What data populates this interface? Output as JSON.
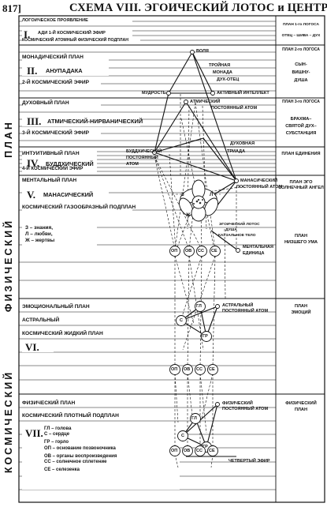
{
  "header": {
    "page_number": "817]",
    "title": "СХЕМА VIII. ЭГОИЧЕСКИЙ ЛОТОС и ЦЕНТРЫ"
  },
  "side": {
    "upper": "ПЛАН",
    "middle": "ФИЗИЧЕСКИЙ",
    "lower": "КОСМИЧЕСКИЙ"
  },
  "planes": {
    "p1": {
      "line1": "ЛОГОИЧЕСКОЕ ПРОЯВЛЕНИЕ",
      "roman": "I.",
      "name": "АДИ  1-Й КОСМИЧЕСКИЙ ЭФИР",
      "line3": "КОСМИЧЕСКИЙ АТОМНЫЙ ФИЗИЧЕСКИЙ ПОДПЛАН",
      "right1": "ПЛАН 1-го ЛОГОСА",
      "right2": "ОТЕЦ – ШИВА – ДУХ"
    },
    "p2": {
      "line1": "МОНАДИЧЕСКИЙ ПЛАН",
      "roman": "II.",
      "name": "АНУПАДАКА",
      "line3": "2-Й КОСМИЧЕСКИЙ ЭФИР",
      "right": [
        "ПЛАН 2-го ЛОГОСА",
        "СЫН-",
        "ВИШНУ-",
        "ДУША"
      ]
    },
    "p3": {
      "line1": "ДУХОВНЫЙ ПЛАН",
      "roman": "III.",
      "name": "АТМИЧЕСКИЙ-НИРВАНИЧЕСКИЙ",
      "line3": "3-Й КОСМИЧЕСКИЙ ЭФИР",
      "right": [
        "ПЛАН 3-го ЛОГОСА",
        "БРАХМА–",
        "СВЯТОЙ ДУХ–",
        "СУБСТАНЦИЯ"
      ]
    },
    "p4": {
      "line1": "ИНТУИТИВНЫЙ ПЛАН",
      "roman": "IV.",
      "name": "БУДДХИЧЕСКИЙ",
      "line3": "4-Й КОСМИЧЕСКИЙ ЭФИР",
      "right": [
        "ПЛАН ЕДИНЕНИЯ"
      ]
    },
    "p5": {
      "line1": "МЕНТАЛЬНЫЙ ПЛАН",
      "roman": "V.",
      "name": "МАНАСИЧЕСКИЙ",
      "line3": "КОСМИЧЕСКИЙ ГАЗООБРАЗНЫЙ ПОДПЛАН",
      "right": [
        "ПЛАН ЭГО",
        "СОЛНЕЧНЫЙ АНГЕЛ",
        "",
        "",
        "ПЛАН",
        "НИЗШЕГО УМА"
      ],
      "legend": [
        "З – знания,",
        "Л – любви,",
        "Ж – жертвы"
      ]
    },
    "p6": {
      "line1": "ЭМОЦИОНАЛЬНЫЙ ПЛАН",
      "line2": "АСТРАЛЬНЫЙ",
      "line3": "КОСМИЧЕСКИЙ ЖИДКИЙ ПЛАН",
      "roman": "VI.",
      "right": [
        "ПЛАН",
        "ЭМОЦИЙ"
      ]
    },
    "p7": {
      "line1": "ФИЗИЧЕСКИЙ ПЛАН",
      "line2": "КОСМИЧЕСКИЙ ПЛОТНЫЙ ПОДПЛАН",
      "roman": "VII.",
      "right": [
        "ФИЗИЧЕСКИЙ",
        "ПЛАН"
      ],
      "legend": [
        "ГЛ – голова",
        "С – сердце",
        "",
        "ГР – горло",
        "ОП – основание позвоночника",
        "",
        "ОВ – органы воспроизведения",
        "СС – солнечное сплетение",
        "",
        "СЕ – селезенка"
      ]
    }
  },
  "nodes": {
    "will": "ВОЛЯ",
    "triple": "ТРОЙНАЯ",
    "monad": "МОНАДА",
    "spirit_father": "ДУХ-ОТЕЦ",
    "wisdom": "МУДРОСТЬ",
    "active_intellect": "АКТИВНЫЙ ИНТЕЛЛЕКТ",
    "atmic": "АТМИЧЕСКИЙ",
    "perm_atom_a": "ПОСТОЯННЫЙ АТОМ",
    "spiritual": "ДУХОВНАЯ",
    "triad": "ТРИАДА",
    "buddhic": "БУДДХИЧЕСКИЙ",
    "perm_b": "ПОСТОЯННЫЙ",
    "atom_b": "АТОМ",
    "manasic": "МАНАСИЧЕСКИЙ",
    "perm_atom_m": "ПОСТОЯННЫЙ АТОМ",
    "egoic_lotus": "ЭГОИЧЕСКИЙ ЛОТОС",
    "soul": "ДУША",
    "causal_body": "КАУЗАЛЬНОЕ ТЕЛО",
    "mental": "МЕНТАЛЬНАЯ",
    "unit": "ЕДИНИЦА",
    "astral": "АСТРАЛЬНЫЙ",
    "perm_atom_astral": "ПОСТОЯННЫЙ АТОМ",
    "physical": "ФИЗИЧЕСКИЙ",
    "perm_atom_phys": "ПОСТОЯННЫЙ АТОМ",
    "fourth_ether": "ЧЕТВЕРТЫЙ ЭФИР"
  },
  "petals": {
    "z": "З",
    "l": "Л",
    "zh": "Ж"
  },
  "centres": {
    "gl": "ГЛ",
    "s": "С",
    "gr": "ГР",
    "op": "ОП",
    "ov": "ОВ",
    "ss": "СС",
    "se": "СЕ"
  }
}
